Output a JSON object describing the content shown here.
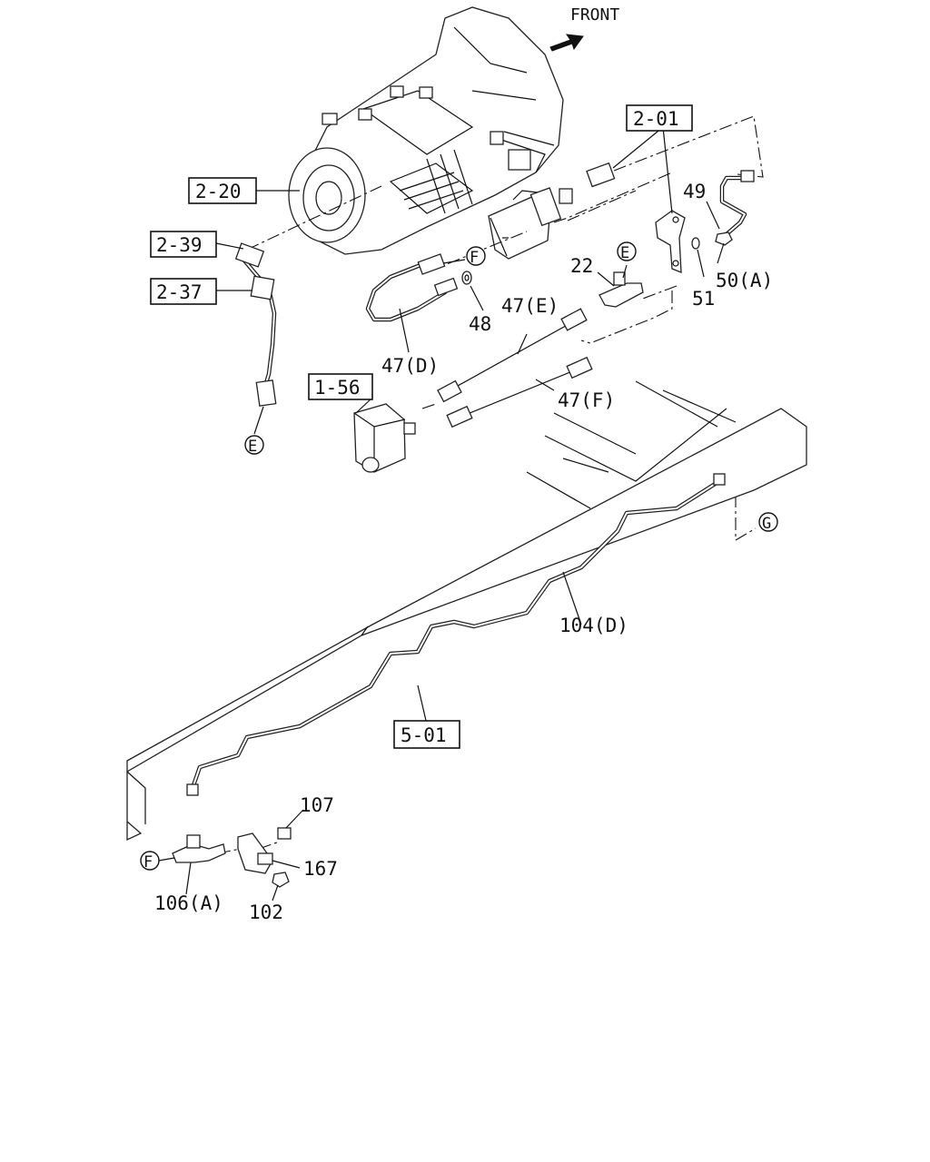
{
  "diagram": {
    "front_label": "FRONT",
    "ref_boxes": {
      "r_2_01": "2-01",
      "r_2_20": "2-20",
      "r_2_39": "2-39",
      "r_2_37": "2-37",
      "r_1_56": "1-56",
      "r_5_01": "5-01"
    },
    "callouts": {
      "p49": "49",
      "p50a": "50(A)",
      "p51": "51",
      "p22": "22",
      "p48": "48",
      "p47e": "47(E)",
      "p47d": "47(D)",
      "p47f": "47(F)",
      "p104d": "104(D)",
      "p107": "107",
      "p167": "167",
      "p106a": "106(A)",
      "p102": "102"
    },
    "connectors": {
      "e_top": "E",
      "e_left": "E",
      "f_top": "F",
      "f_bottom": "F",
      "g": "G"
    }
  }
}
